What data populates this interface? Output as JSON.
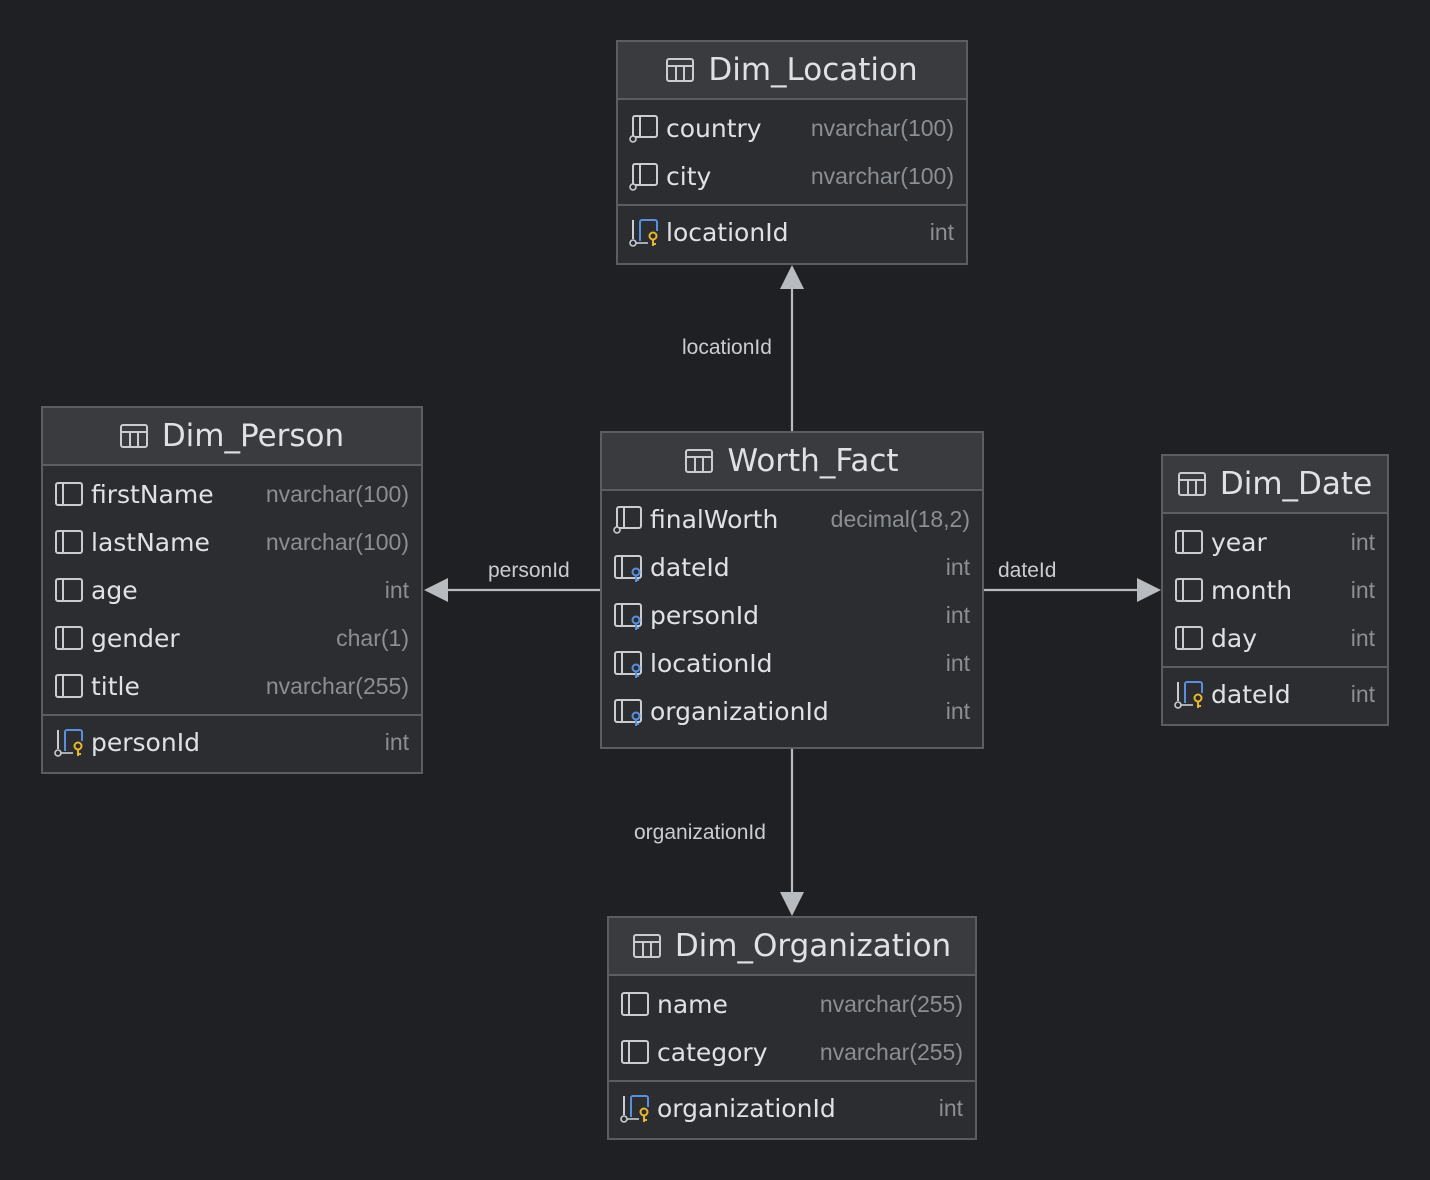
{
  "edges": {
    "location": "locationId",
    "person": "personId",
    "date": "dateId",
    "organization": "organizationId"
  },
  "tables": {
    "location": {
      "title": "Dim_Location",
      "columns": [
        {
          "name": "country",
          "type": "nvarchar(100)"
        },
        {
          "name": "city",
          "type": "nvarchar(100)"
        }
      ],
      "pk": {
        "name": "locationId",
        "type": "int"
      }
    },
    "person": {
      "title": "Dim_Person",
      "columns": [
        {
          "name": "firstName",
          "type": "nvarchar(100)"
        },
        {
          "name": "lastName",
          "type": "nvarchar(100)"
        },
        {
          "name": "age",
          "type": "int"
        },
        {
          "name": "gender",
          "type": "char(1)"
        },
        {
          "name": "title",
          "type": "nvarchar(255)"
        }
      ],
      "pk": {
        "name": "personId",
        "type": "int"
      }
    },
    "fact": {
      "title": "Worth_Fact",
      "columns": [
        {
          "name": "finalWorth",
          "type": "decimal(18,2)"
        },
        {
          "name": "dateId",
          "type": "int"
        },
        {
          "name": "personId",
          "type": "int"
        },
        {
          "name": "locationId",
          "type": "int"
        },
        {
          "name": "organizationId",
          "type": "int"
        }
      ]
    },
    "date": {
      "title": "Dim_Date",
      "columns": [
        {
          "name": "year",
          "type": "int"
        },
        {
          "name": "month",
          "type": "int"
        },
        {
          "name": "day",
          "type": "int"
        }
      ],
      "pk": {
        "name": "dateId",
        "type": "int"
      }
    },
    "organization": {
      "title": "Dim_Organization",
      "columns": [
        {
          "name": "name",
          "type": "nvarchar(255)"
        },
        {
          "name": "category",
          "type": "nvarchar(255)"
        }
      ],
      "pk": {
        "name": "organizationId",
        "type": "int"
      }
    }
  },
  "icons": {
    "table": "table-icon",
    "column": "column-icon",
    "nullable_column": "nullable-column-icon",
    "foreign_key": "foreign-key-icon",
    "primary_key": "primary-key-icon"
  },
  "colors": {
    "background": "#1f2023",
    "foreign_key": "#5a8fe0",
    "primary_key": "#e8b730"
  }
}
